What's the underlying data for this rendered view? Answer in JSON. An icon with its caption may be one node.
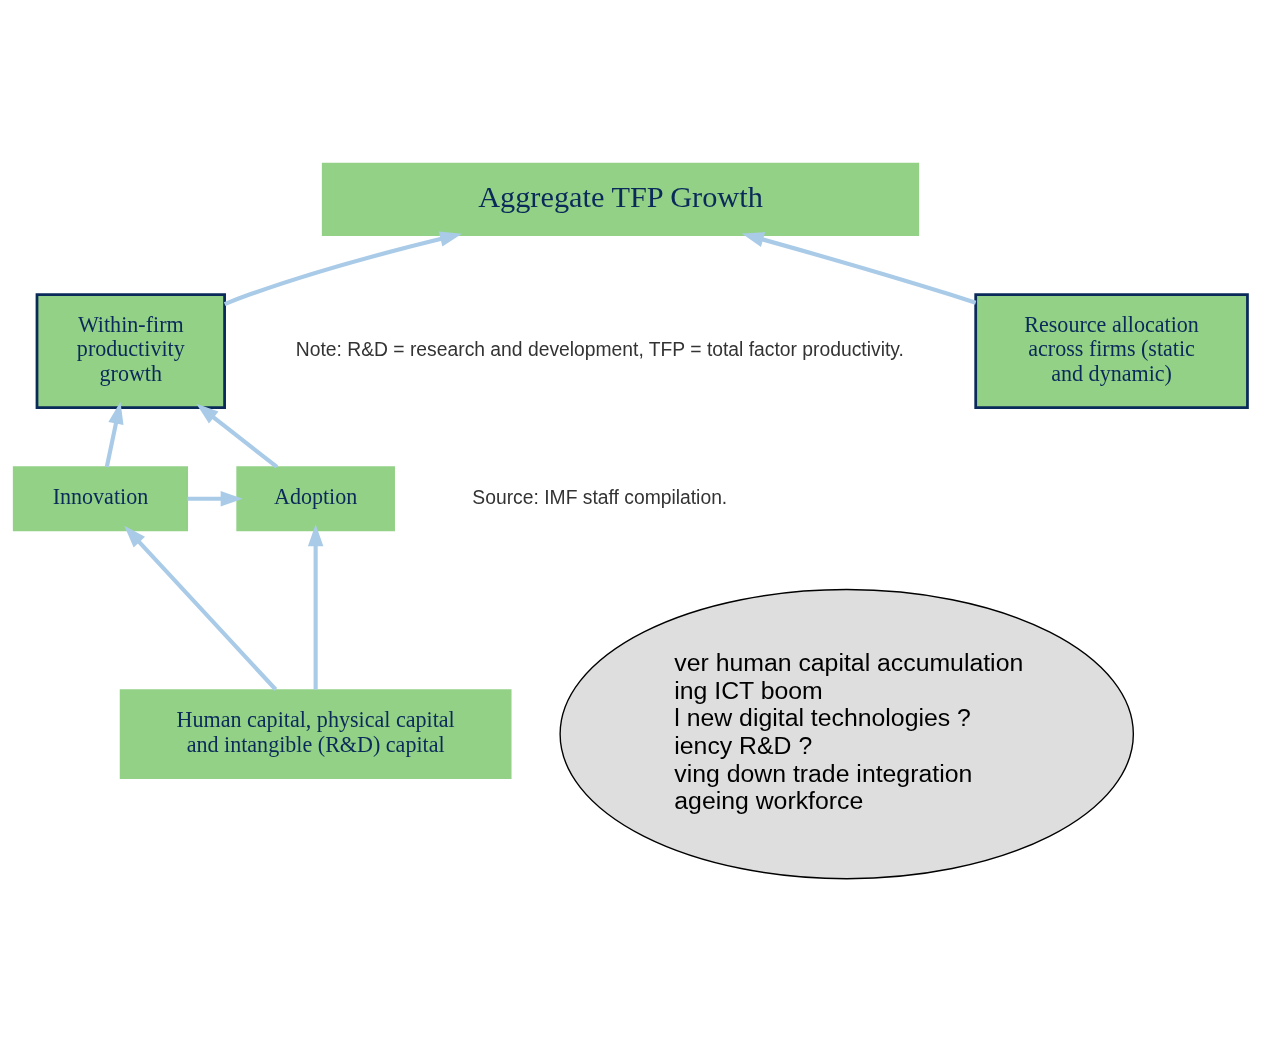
{
  "diagram": {
    "nodes": [
      {
        "text": [
          "Aggregate TFP Growth"
        ]
      },
      {
        "text": [
          "Within-firm productivity growth"
        ]
      },
      {
        "text": [
          "Resource allocation across firms (static and dynamic)"
        ]
      },
      {
        "text": [
          "Innovation"
        ]
      },
      {
        "text": [
          "Adoption"
        ]
      },
      {
        "text": [
          "Human capital, physical capital and intangible (R&D) capital"
        ]
      },
      {
        "text": [
          "ver human capital accumulation",
          "ing ICT boom",
          "l new digital technologies ?",
          "iency R&D ?",
          "ving down trade integration",
          "ageing workforce"
        ]
      }
    ],
    "edges": [
      {
        "from": 1,
        "to": 0,
        "arrow": "to"
      },
      {
        "from": 2,
        "to": 0,
        "arrow": "to"
      },
      {
        "from": 3,
        "to": 1,
        "arrow": "to"
      },
      {
        "from": 4,
        "to": 1,
        "arrow": "to"
      },
      {
        "from": 3,
        "to": 4,
        "arrow": "to"
      },
      {
        "from": 5,
        "to": 3,
        "arrow": "to"
      },
      {
        "from": 5,
        "to": 4,
        "arrow": "to"
      }
    ],
    "labels": [
      "Source: IMF staff compilation.",
      "Note: R&D = research and development, TFP = total factor productivity."
    ]
  }
}
